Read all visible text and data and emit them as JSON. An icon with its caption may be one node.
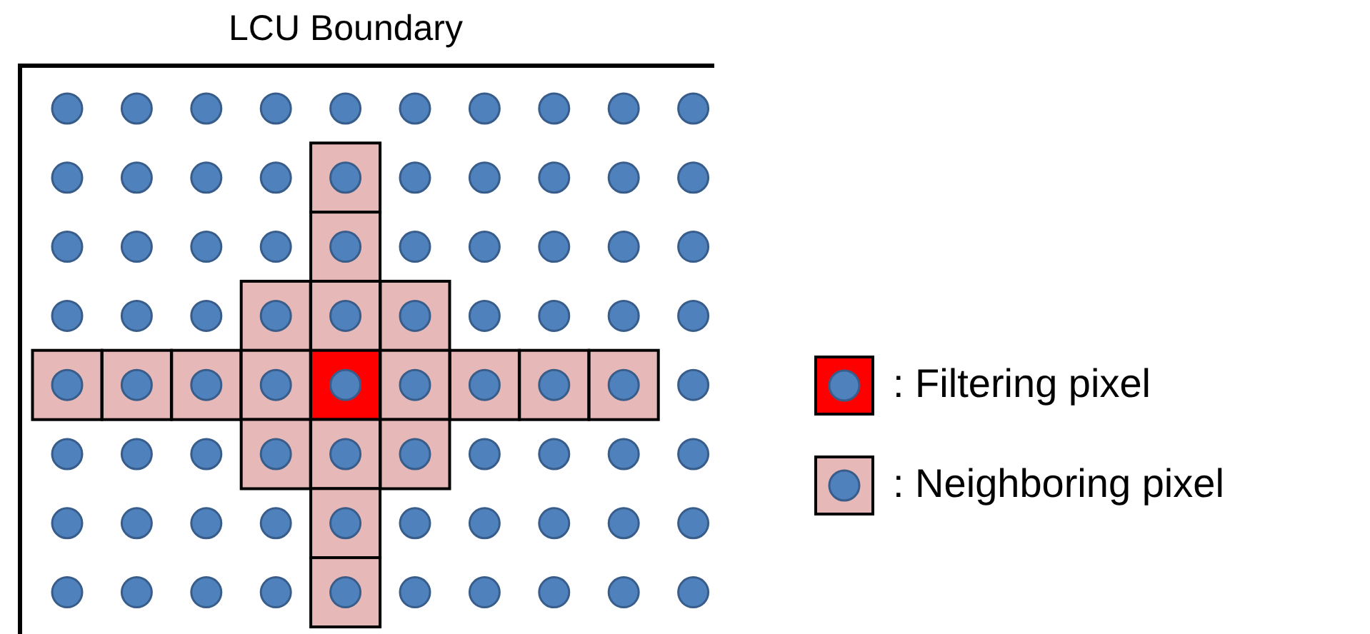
{
  "diagram": {
    "labels": [
      "LCU Boundary"
    ],
    "legend": [
      {
        "text": ": Filtering pixel",
        "color": "#ff0000"
      },
      {
        "text": ": Neighboring pixel",
        "color": "#e6b8b7"
      }
    ]
  }
}
